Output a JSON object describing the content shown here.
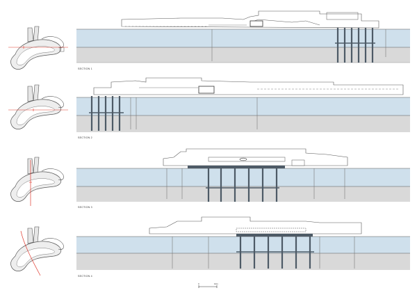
{
  "sections": [
    {
      "label": "SECTION 1"
    },
    {
      "label": "SECTION 2"
    },
    {
      "label": "SECTION 3"
    },
    {
      "label": "SECTION 4"
    }
  ],
  "scale_bar": {
    "start": "0",
    "end": "10m"
  },
  "colors": {
    "water": "#cfe0ec",
    "ground": "#d9d9d9",
    "line": "#555555",
    "pile": "#4d5a66",
    "cut_line": "#e03a2e",
    "plan_fill": "#e6e6e6"
  }
}
